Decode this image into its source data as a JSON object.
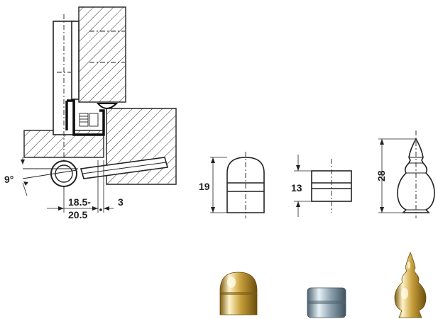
{
  "hinge_drawing": {
    "angle_label": "9°",
    "offset_label_line1": "18.5-",
    "offset_label_line2": "20.5",
    "gap_label": "3"
  },
  "caps": [
    {
      "id": "dome",
      "dimension": "19",
      "colors": {
        "body": "#c9a03c",
        "highlight": "#fff4c9",
        "shadow": "#7a5b12"
      }
    },
    {
      "id": "flat",
      "dimension": "13",
      "colors": {
        "body": "#8fa3b0",
        "highlight": "#e6f2f7",
        "shadow": "#4f6370"
      }
    },
    {
      "id": "finial",
      "dimension": "28",
      "colors": {
        "body": "#c9a03c",
        "highlight": "#fff4c9",
        "shadow": "#7a5b12"
      }
    }
  ]
}
